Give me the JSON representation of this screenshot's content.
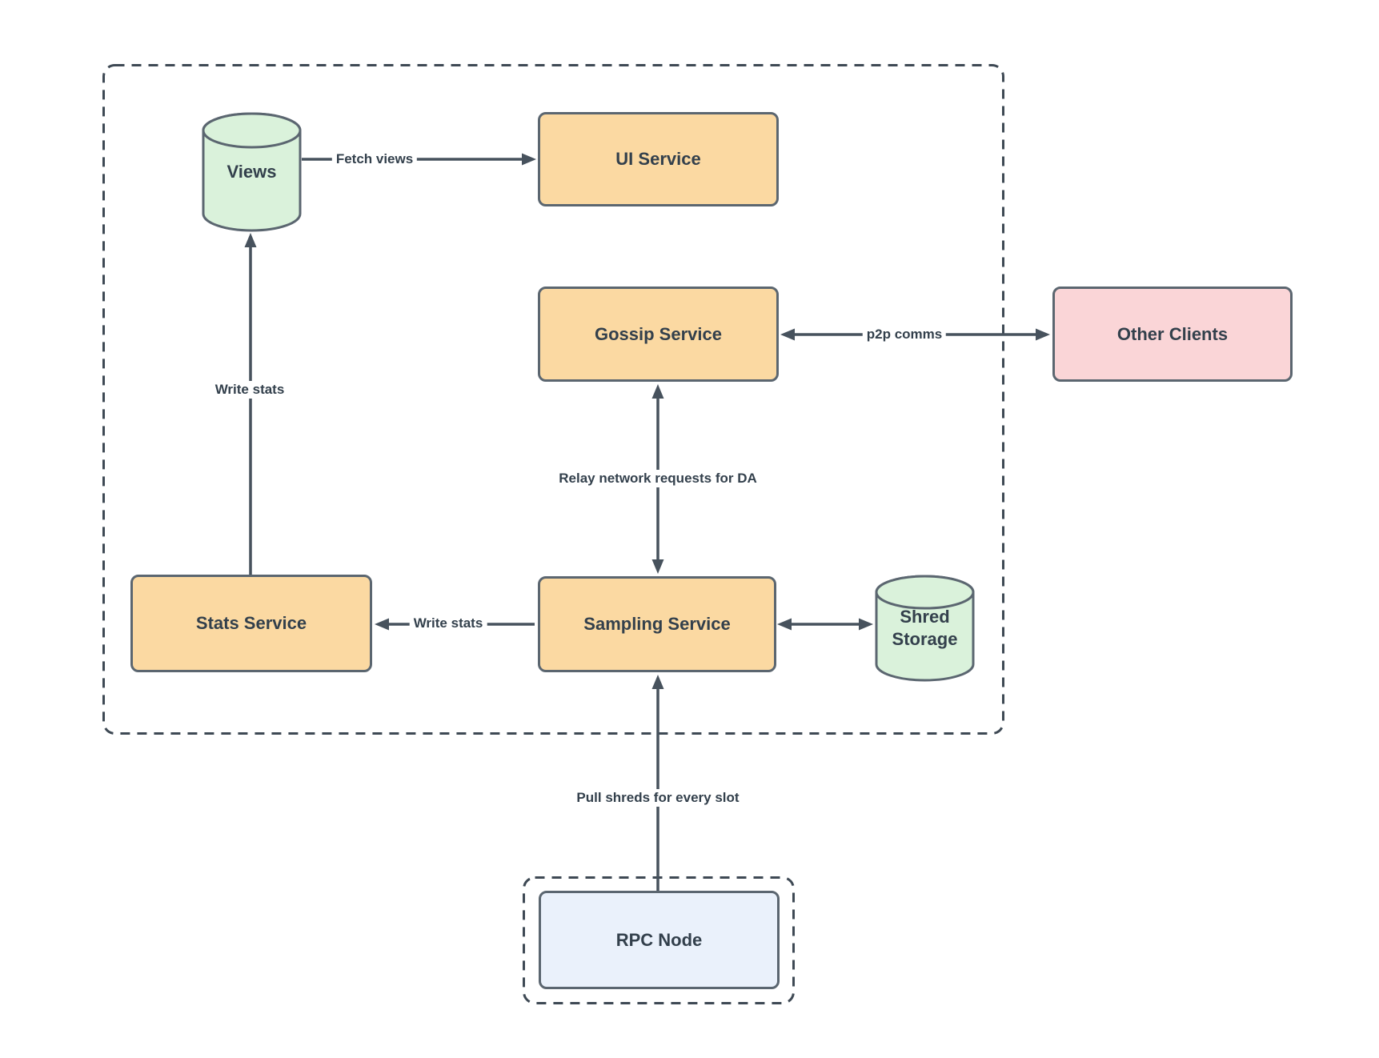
{
  "colors": {
    "service_fill": "#FBD9A2",
    "storage_fill": "#DAF2DB",
    "external_fill": "#FAD5D7",
    "rpc_fill": "#EAF1FB",
    "shape_border": "#5B6670",
    "boundary_border": "#3E4954",
    "arrow": "#47525D",
    "text": "#33404C",
    "background": "#FFFFFF"
  },
  "nodes": {
    "views": {
      "label": "Views",
      "shape": "cylinder"
    },
    "ui_service": {
      "label": "UI Service",
      "shape": "rectangle"
    },
    "gossip_service": {
      "label": "Gossip Service",
      "shape": "rectangle"
    },
    "other_clients": {
      "label": "Other Clients",
      "shape": "rectangle"
    },
    "stats_service": {
      "label": "Stats Service",
      "shape": "rectangle"
    },
    "sampling_service": {
      "label": "Sampling Service",
      "shape": "rectangle"
    },
    "shred_storage": {
      "label": "Shred Storage",
      "shape": "cylinder"
    },
    "rpc_node": {
      "label": "RPC Node",
      "shape": "rectangle"
    }
  },
  "edges": {
    "fetch_views": {
      "label": "Fetch views",
      "from": "views",
      "to": "ui_service"
    },
    "write_stats_views": {
      "label": "Write stats",
      "from": "stats_service",
      "to": "views"
    },
    "p2p_comms": {
      "label": "p2p comms",
      "from": "gossip_service",
      "to": "other_clients",
      "bidirectional": true
    },
    "relay_requests": {
      "label": "Relay network requests for DA",
      "from": "sampling_service",
      "to": "gossip_service",
      "bidirectional": true
    },
    "write_stats": {
      "label": "Write stats",
      "from": "sampling_service",
      "to": "stats_service"
    },
    "shred_io": {
      "label": "",
      "from": "sampling_service",
      "to": "shred_storage",
      "bidirectional": true
    },
    "pull_shreds": {
      "label": "Pull shreds for every slot",
      "from": "rpc_node",
      "to": "sampling_service"
    }
  }
}
